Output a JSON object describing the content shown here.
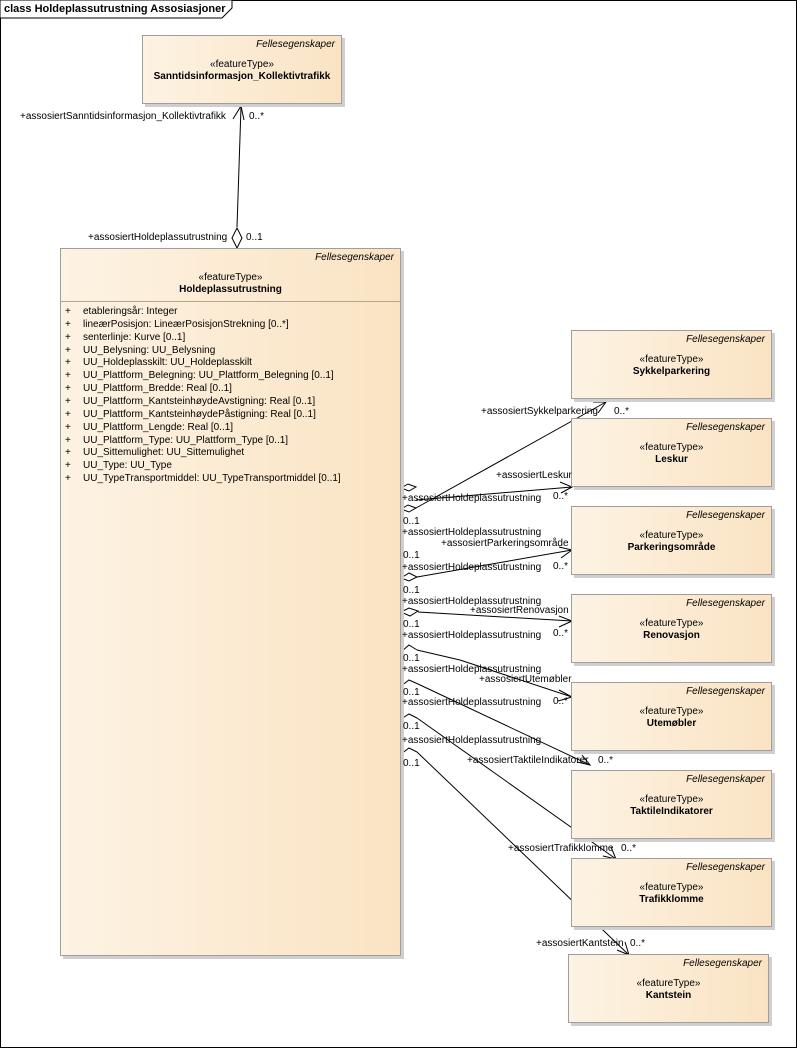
{
  "frame": {
    "title": "class Holdeplassutrustning Assosiasjoner"
  },
  "classes": {
    "sanntid": {
      "package": "Fellesegenskaper",
      "stereotype": "«featureType»",
      "name": "Sanntidsinformasjon_Kollektivtrafikk"
    },
    "holdeplass": {
      "package": "Fellesegenskaper",
      "stereotype": "«featureType»",
      "name": "Holdeplassutrustning",
      "attributes": [
        {
          "vis": "+",
          "text": "etableringsår: Integer"
        },
        {
          "vis": "+",
          "text": "lineærPosisjon: LineærPosisjonStrekning [0..*]"
        },
        {
          "vis": "+",
          "text": "senterlinje: Kurve [0..1]"
        },
        {
          "vis": "+",
          "text": "UU_Belysning: UU_Belysning"
        },
        {
          "vis": "+",
          "text": "UU_Holdeplasskilt: UU_Holdeplasskilt"
        },
        {
          "vis": "+",
          "text": "UU_Plattform_Belegning: UU_Plattform_Belegning [0..1]"
        },
        {
          "vis": "+",
          "text": "UU_Plattform_Bredde: Real [0..1]"
        },
        {
          "vis": "+",
          "text": "UU_Plattform_KantsteinhøydeAvstigning: Real [0..1]"
        },
        {
          "vis": "+",
          "text": "UU_Plattform_KantsteinhøydePåstigning: Real [0..1]"
        },
        {
          "vis": "+",
          "text": "UU_Plattform_Lengde: Real [0..1]"
        },
        {
          "vis": "+",
          "text": "UU_Plattform_Type: UU_Plattform_Type [0..1]"
        },
        {
          "vis": "+",
          "text": "UU_Sittemulighet: UU_Sittemulighet"
        },
        {
          "vis": "+",
          "text": "UU_Type: UU_Type"
        },
        {
          "vis": "+",
          "text": "UU_TypeTransportmiddel: UU_TypeTransportmiddel [0..1]"
        }
      ]
    },
    "sykkel": {
      "package": "Fellesegenskaper",
      "stereotype": "«featureType»",
      "name": "Sykkelparkering"
    },
    "leskur": {
      "package": "Fellesegenskaper",
      "stereotype": "«featureType»",
      "name": "Leskur"
    },
    "parkering": {
      "package": "Fellesegenskaper",
      "stereotype": "«featureType»",
      "name": "Parkeringsområde"
    },
    "renovasjon": {
      "package": "Fellesegenskaper",
      "stereotype": "«featureType»",
      "name": "Renovasjon"
    },
    "utemobler": {
      "package": "Fellesegenskaper",
      "stereotype": "«featureType»",
      "name": "Utemøbler"
    },
    "taktile": {
      "package": "Fellesegenskaper",
      "stereotype": "«featureType»",
      "name": "TaktileIndikatorer"
    },
    "trafikklomme": {
      "package": "Fellesegenskaper",
      "stereotype": "«featureType»",
      "name": "Trafikklomme"
    },
    "kantstein": {
      "package": "Fellesegenskaper",
      "stereotype": "«featureType»",
      "name": "Kantstein"
    }
  },
  "labels": {
    "sanntid_role": "+assosiertSanntidsinformasjon_Kollektivtrafikk",
    "sanntid_mult": "0..*",
    "holde_top_role": "+assosiertHoldeplassutrustning",
    "holde_top_mult": "0..1",
    "sykkel_role": "+assosiertSykkelparkering",
    "sykkel_mult": "0..*",
    "leskur_role": "+assosiertLeskur",
    "leskur_hp_role": "+assosiertHoldeplassutrustning",
    "leskur_mult": "0..*",
    "m1": "0..1",
    "parkering_hp_role": "+assosiertHoldeplassutrustning",
    "parkering_role": "+assosiertParkeringsområde",
    "m2": "0..1",
    "parkering_hp_role2": "+assosiertHoldeplassutrustning",
    "parkering_mult": "0..*",
    "m3": "0..1",
    "renovasjon_hp_role": "+assosiertHoldeplassutrustning",
    "renovasjon_role": "+assosiertRenovasjon",
    "m4": "0..1",
    "renovasjon_hp_role2": "+assosiertHoldeplassutrustning",
    "renovasjon_mult": "0..*",
    "m5": "0..1",
    "utemobler_hp_role": "+assosiertHoldeplassutrustning",
    "utemobler_role": "+assosiertUtemøbler",
    "m6": "0..1",
    "utemobler_hp_role2": "+assosiertHoldeplassutrustning",
    "utemobler_mult": "0..*",
    "m7": "0..1",
    "taktile_hp_role": "+assosiertHoldeplassutrustning",
    "taktile_role": "+assosiertTaktileIndikatorer",
    "taktile_mult": "0..*",
    "m8": "0..1",
    "trafikklomme_role": "+assosiertTrafikklomme",
    "trafikklomme_mult": "0..*",
    "kantstein_role": "+assosiertKantstein",
    "kantstein_mult": "0..*"
  },
  "colors": {
    "class_fill_left": "#fdf3e3",
    "class_fill_right": "#fae3c3",
    "class_border": "#9e9e9e",
    "line": "#000000"
  }
}
